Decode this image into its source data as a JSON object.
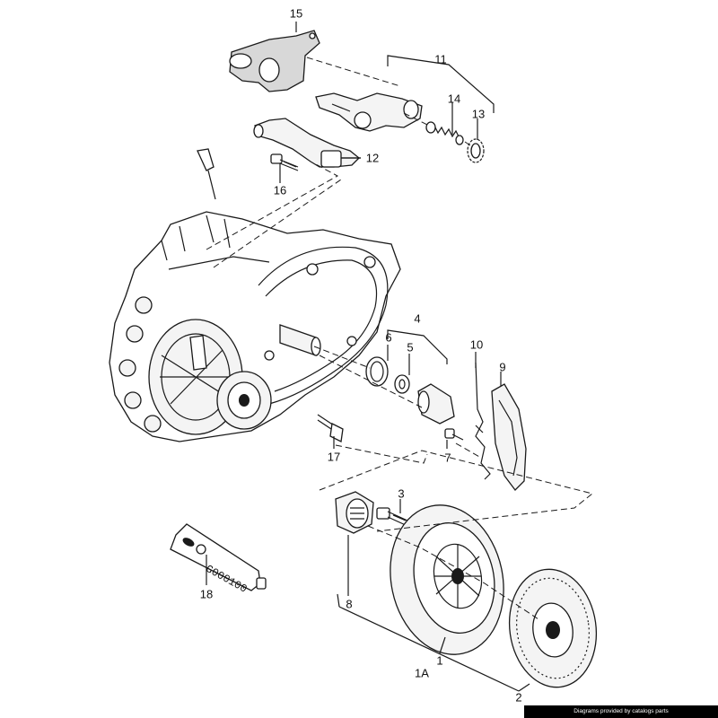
{
  "callouts": {
    "c15": "15",
    "c11": "11",
    "c14": "14",
    "c13": "13",
    "c12": "12",
    "c16": "16",
    "c4": "4",
    "c6": "6",
    "c5": "5",
    "c10": "10",
    "c9": "9",
    "c7": "7",
    "c17": "17",
    "c3": "3",
    "c8": "8",
    "c18": "18",
    "c1": "1",
    "c1a": "1A",
    "c2": "2"
  },
  "tube_label": "G000100",
  "credit": "Diagrams provided by catalogs parts"
}
